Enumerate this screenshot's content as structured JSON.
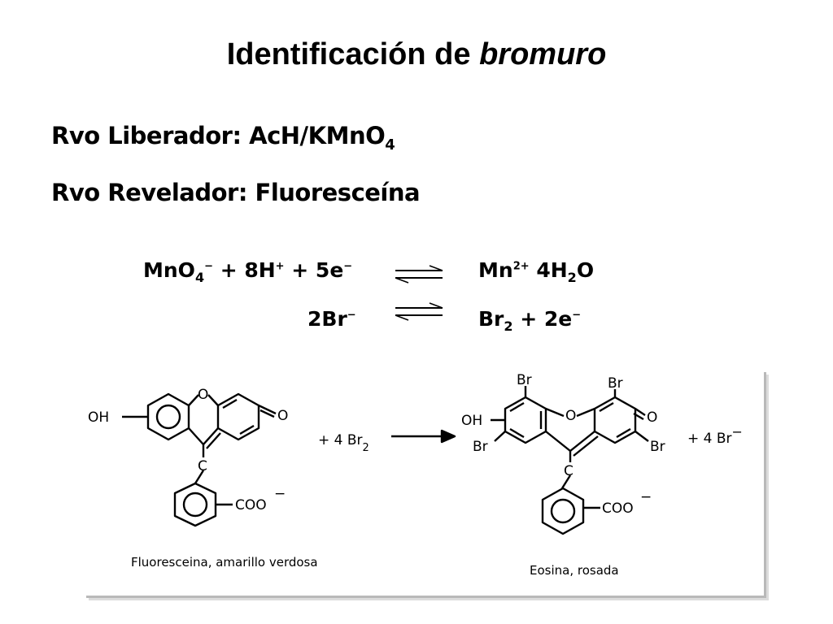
{
  "title": {
    "main": "Identificación de ",
    "italic": "bromuro"
  },
  "reagents": {
    "liberador_label": "Rvo Liberador: AcH/KMnO",
    "liberador_sub": "4",
    "revelador_label": "Rvo Revelador: Fluoresceína"
  },
  "equations": {
    "eq1": {
      "left_a": "MnO",
      "left_a_sub": "4",
      "left_a_sup": "−",
      "left_b": " + 8H",
      "left_b_sup": "+",
      "left_c": " + 5e",
      "left_c_sup": "−",
      "right_a": "Mn",
      "right_a_sup": "2+",
      "right_b": " 4H",
      "right_b_sub": "2",
      "right_c": "O"
    },
    "eq2": {
      "left": "2Br",
      "left_sup": "−",
      "right_a": "Br",
      "right_a_sub": "2",
      "right_b": " + 2e",
      "right_b_sup": "−"
    }
  },
  "scheme": {
    "reactant_labels": {
      "oh": "OH",
      "o_bridge": "O",
      "carbonyl": "O",
      "c": "C",
      "coo": "COO",
      "charge": "−"
    },
    "reagent": {
      "prefix": "+ 4 Br",
      "sub": "2"
    },
    "product_labels": {
      "oh": "OH",
      "o_bridge": "O",
      "carbonyl": "O",
      "c": "C",
      "coo": "COO",
      "charge": "−",
      "br": "Br"
    },
    "byproduct": {
      "prefix": "+ 4 Br",
      "sup": "−"
    },
    "reactant_caption": "Fluoresceina, amarillo verdosa",
    "product_caption": "Eosina, rosada"
  }
}
